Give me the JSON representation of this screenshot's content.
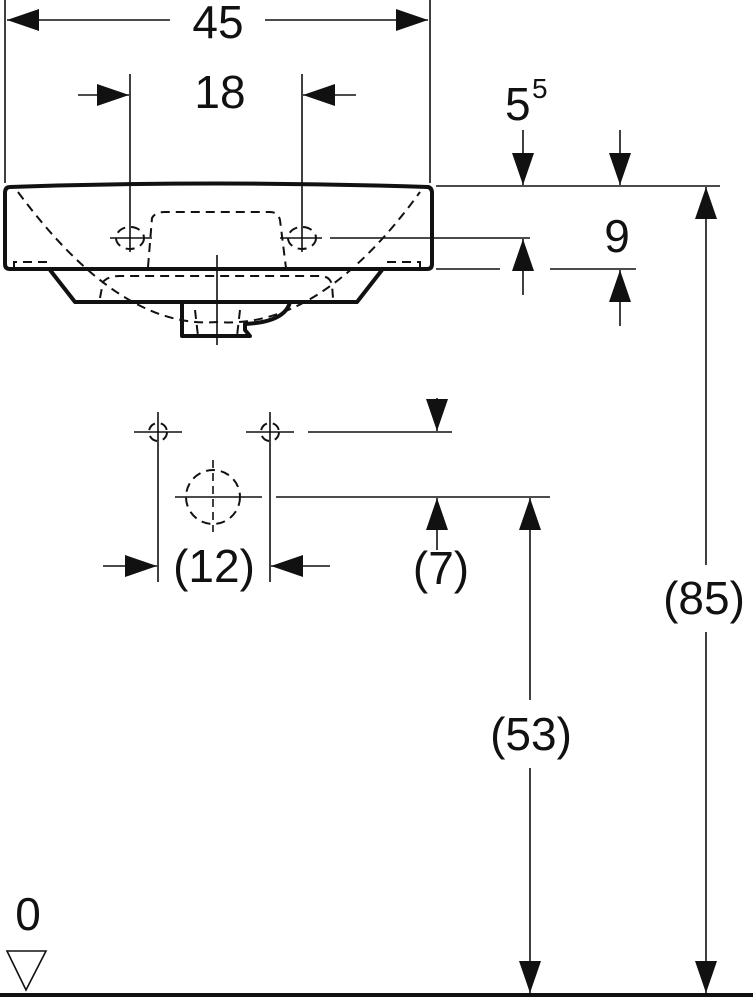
{
  "drawing": {
    "width_overall": "45",
    "tap_hole_spacing": "18",
    "rim_depth_base": "5",
    "rim_depth_sup": "5",
    "basin_height": "9",
    "supply_spacing": "(12)",
    "supply_offset": "(7)",
    "drain_height": "(53)",
    "rim_height": "(85)",
    "floor_level": "0"
  },
  "colors": {
    "line": "#111111",
    "background": "#ffffff"
  }
}
